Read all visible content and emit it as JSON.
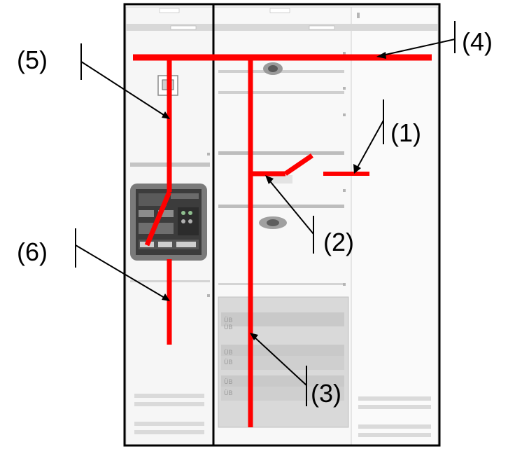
{
  "callouts": [
    {
      "id": "1",
      "label": "(1)"
    },
    {
      "id": "2",
      "label": "(2)"
    },
    {
      "id": "3",
      "label": "(3)"
    },
    {
      "id": "4",
      "label": "(4)"
    },
    {
      "id": "5",
      "label": "(5)"
    },
    {
      "id": "6",
      "label": "(6)"
    }
  ],
  "module_labels": [
    "ÜB",
    "ÜB",
    "ÜB",
    "ÜB",
    "ÜB",
    "ÜB"
  ],
  "colors": {
    "busbar": "#ff0000",
    "frame": "#000000",
    "cabinet_line": "#c8c8c8",
    "cabinet_fill": "#f6f6f6",
    "device_panel": "#7a7a7a",
    "device_panel_inner": "#3c3c3c",
    "module_fill": "#d9d9d9"
  }
}
